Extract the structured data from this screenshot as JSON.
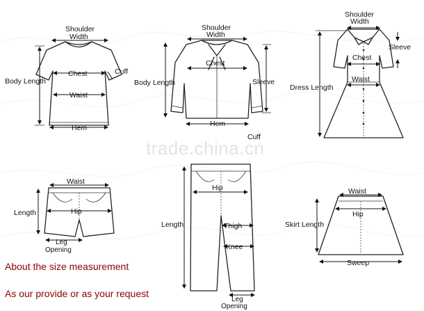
{
  "watermark": "trade.china.cn",
  "colors": {
    "accent": "#8b0000",
    "line": "#222222",
    "watermark": "#e3e3e3"
  },
  "tshirt": {
    "shoulder_line1": "Shoulder",
    "shoulder_line2": "Width",
    "chest": "Chest",
    "cuff": "Cuff",
    "body_length": "Body Length",
    "waist": "Waist",
    "hem": "Hem"
  },
  "shirt": {
    "shoulder_line1": "Shoulder",
    "shoulder_line2": "Width",
    "chest": "Chest",
    "body_length": "Body Length",
    "sleeve": "Sleeve",
    "hem": "Hem",
    "cuff": "Cuff"
  },
  "dress": {
    "shoulder_line1": "Shoulder",
    "shoulder_line2": "Width",
    "sleeve": "Sleeve",
    "chest": "Chest",
    "dress_length": "Dress Length",
    "waist": "Waist"
  },
  "shorts": {
    "waist": "Waist",
    "length": "Length",
    "hip": "Hip",
    "leg_line1": "Leg",
    "leg_line2": "Opening"
  },
  "trousers": {
    "hip": "Hip",
    "length": "Length",
    "thigh": "Thigh",
    "knee": "Knee",
    "leg_line1": "Leg",
    "leg_line2": "Opening"
  },
  "skirt": {
    "waist": "Waist",
    "hip": "Hip",
    "skirt_length": "Skirt Length",
    "sweep": "Sweep"
  },
  "notes": {
    "line1": "About the size measurement",
    "line2": "As our provide or as your request"
  }
}
